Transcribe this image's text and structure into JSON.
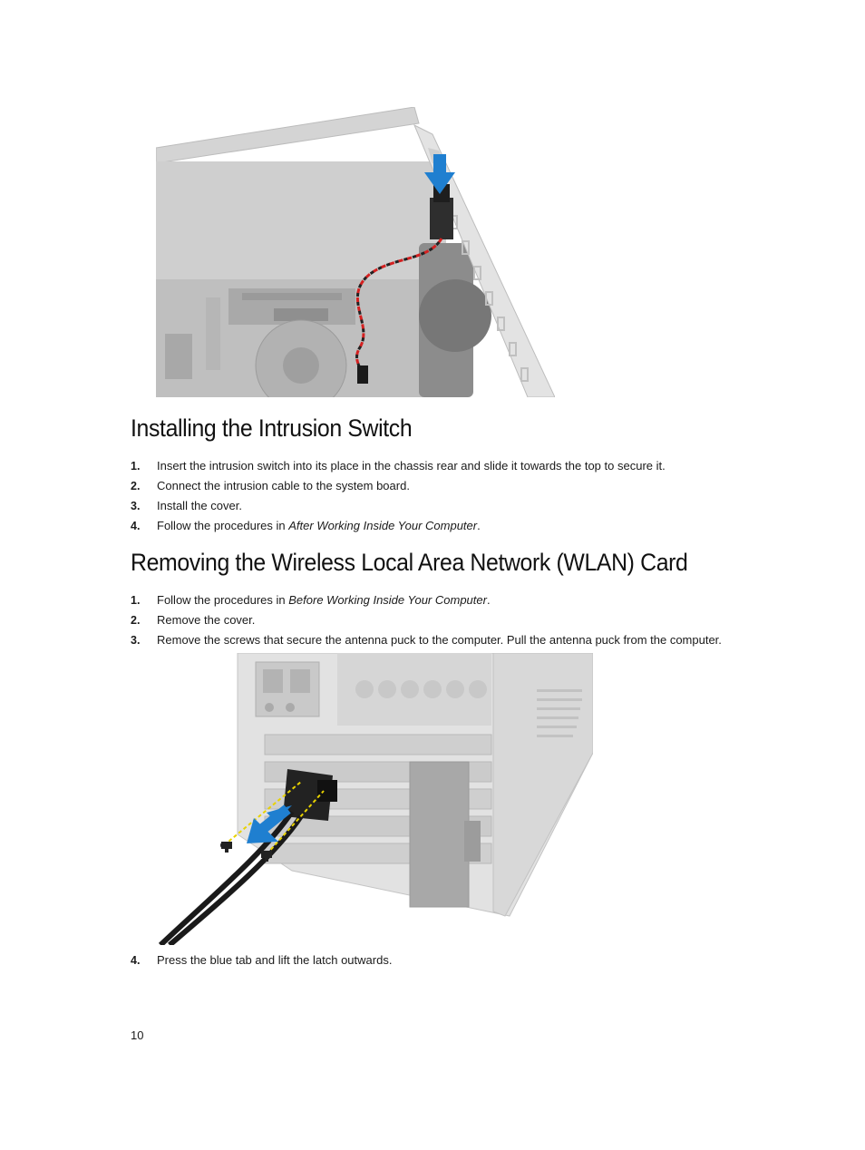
{
  "sections": {
    "install": {
      "heading": "Installing the Intrusion Switch",
      "steps": [
        {
          "num": "1.",
          "text": "Insert the intrusion switch into its place in the chassis rear and slide it towards the top to secure it."
        },
        {
          "num": "2.",
          "text": "Connect the intrusion cable to the system board."
        },
        {
          "num": "3.",
          "text": "Install the cover."
        },
        {
          "num": "4.",
          "text_before": "Follow the procedures in ",
          "emphasis": "After Working Inside Your Computer",
          "text_after": "."
        }
      ]
    },
    "remove_wlan": {
      "heading": "Removing the Wireless Local Area Network (WLAN) Card",
      "steps": [
        {
          "num": "1.",
          "text_before": "Follow the procedures in ",
          "emphasis": "Before Working Inside Your Computer",
          "text_after": "."
        },
        {
          "num": "2.",
          "text": "Remove the cover."
        },
        {
          "num": "3.",
          "text": "Remove the screws that secure the antenna puck to the computer. Pull the antenna puck from the computer."
        },
        {
          "num": "4.",
          "text": "Press the blue tab and lift the latch outwards."
        }
      ]
    }
  },
  "figures": {
    "intrusion_switch": {
      "icon": "arrow-down-icon",
      "accent": "#1f7fd0",
      "cable_red": "#d42020"
    },
    "antenna_puck": {
      "icon": "arrow-left-icon",
      "accent": "#1f7fd0",
      "guide_yellow": "#e8d200"
    }
  },
  "footer": {
    "page_number": "10"
  }
}
